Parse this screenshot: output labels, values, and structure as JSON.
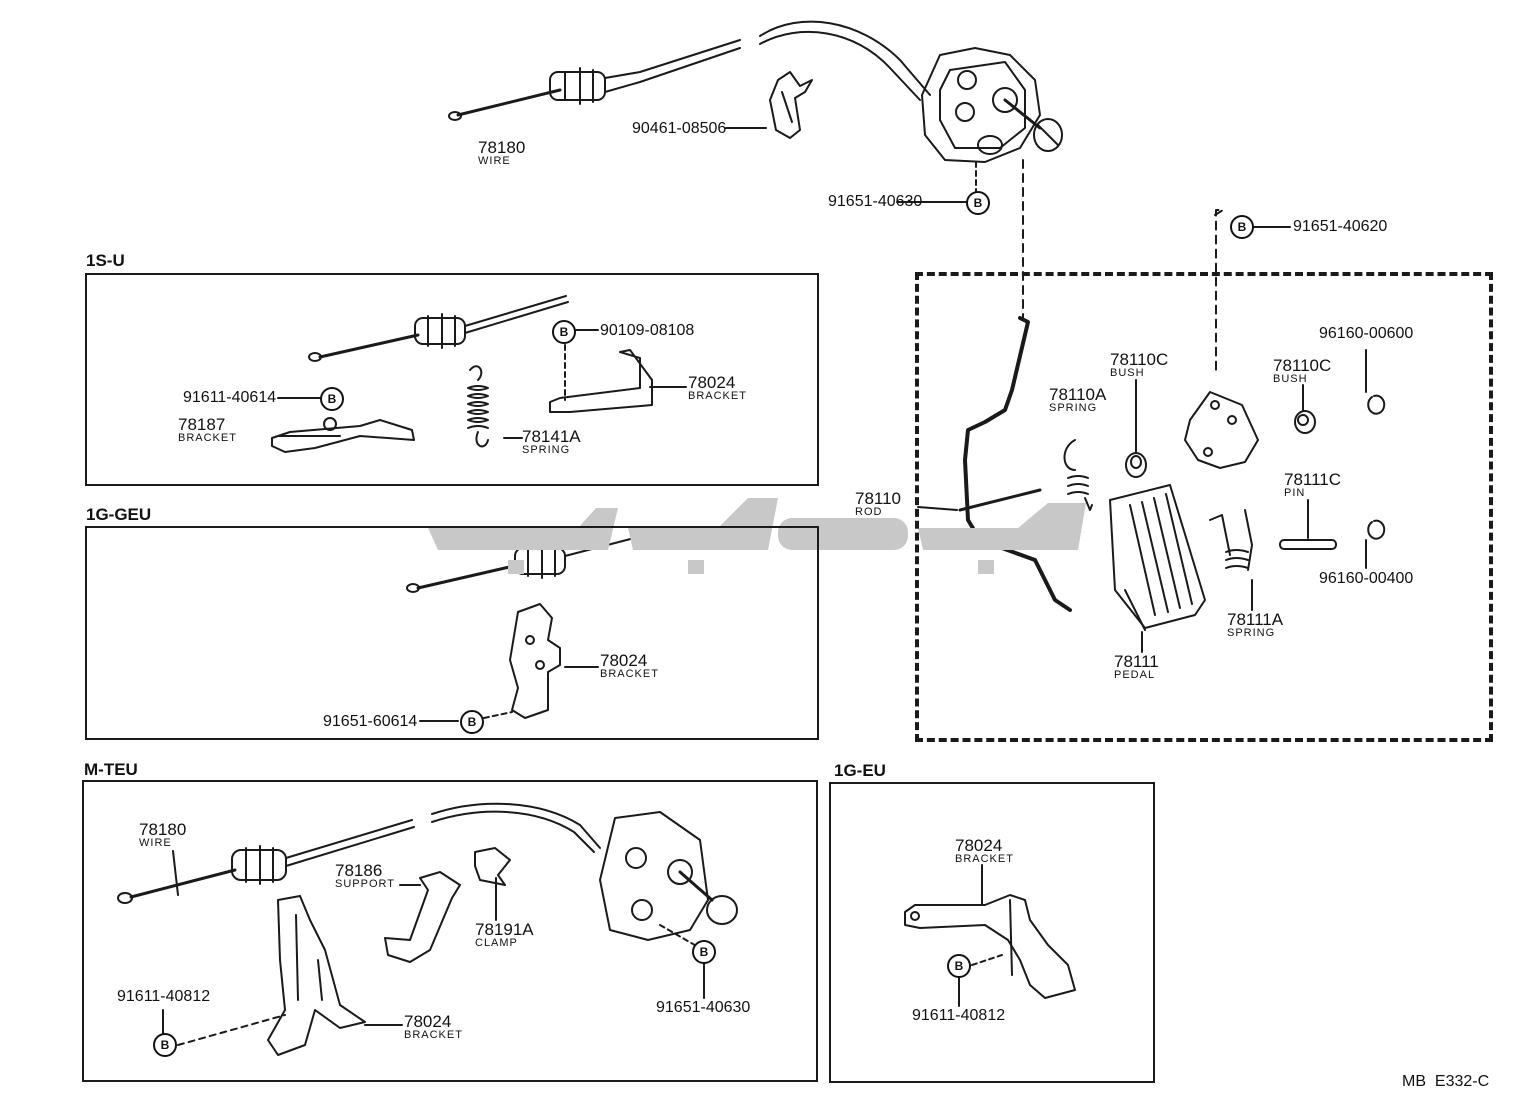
{
  "sections": {
    "s1": "1S-U",
    "s2": "1G-GEU",
    "s3": "M-TEU",
    "s4": "1G-EU"
  },
  "labels": {
    "top_wire_no": "78180",
    "top_wire_name": "WIRE",
    "top_clip": "90461-08506",
    "top_bolt": "91651-40630",
    "right_bolt": "91651-40620",
    "su_bolt1": "90109-08108",
    "su_bracket_no": "78024",
    "su_bracket_name": "BRACKET",
    "su_bolt2": "91611-40614",
    "su_bracket2_no": "78187",
    "su_bracket2_name": "BRACKET",
    "su_spring_no": "78141A",
    "su_spring_name": "SPRING",
    "geu_bracket_no": "78024",
    "geu_bracket_name": "BRACKET",
    "geu_bolt": "91651-60614",
    "rod_no": "78110",
    "rod_name": "ROD",
    "spring_a_no": "78110A",
    "spring_a_name": "SPRING",
    "bush1_no": "78110C",
    "bush1_name": "BUSH",
    "bush2_no": "78110C",
    "bush2_name": "BUSH",
    "washer1": "96160-00600",
    "pin_no": "78111C",
    "pin_name": "PIN",
    "washer2": "96160-00400",
    "spring_b_no": "78111A",
    "spring_b_name": "SPRING",
    "pedal_no": "78111",
    "pedal_name": "PEDAL",
    "mteu_wire_no": "78180",
    "mteu_wire_name": "WIRE",
    "mteu_support_no": "78186",
    "mteu_support_name": "SUPPORT",
    "mteu_clamp_no": "78191A",
    "mteu_clamp_name": "CLAMP",
    "mteu_bolt1": "91611-40812",
    "mteu_bracket_no": "78024",
    "mteu_bracket_name": "BRACKET",
    "mteu_bolt2": "91651-40630",
    "eu_bracket_no": "78024",
    "eu_bracket_name": "BRACKET",
    "eu_bolt": "91611-40812",
    "bolt_letter": "B",
    "footer": "MB  E332-C"
  },
  "watermark": {
    "color": "#c8c8c8"
  },
  "colors": {
    "line": "#1a1a1a",
    "background": "#ffffff"
  }
}
